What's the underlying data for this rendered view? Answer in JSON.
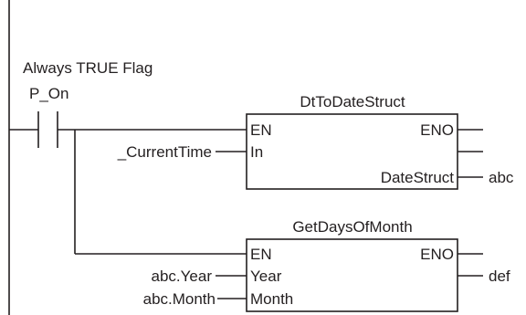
{
  "contact": {
    "comment": "Always TRUE Flag",
    "variable": "P_On"
  },
  "fb1": {
    "name": "DtToDateStruct",
    "in_en": "EN",
    "in_in": "In",
    "out_eno": "ENO",
    "out_datestruct": "DateStruct",
    "arg_in": "_CurrentTime",
    "arg_datestruct": "abc"
  },
  "fb2": {
    "name": "GetDaysOfMonth",
    "in_en": "EN",
    "in_year": "Year",
    "in_month": "Month",
    "out_eno": "ENO",
    "arg_year": "abc.Year",
    "arg_month": "abc.Month",
    "out_value": "def"
  }
}
